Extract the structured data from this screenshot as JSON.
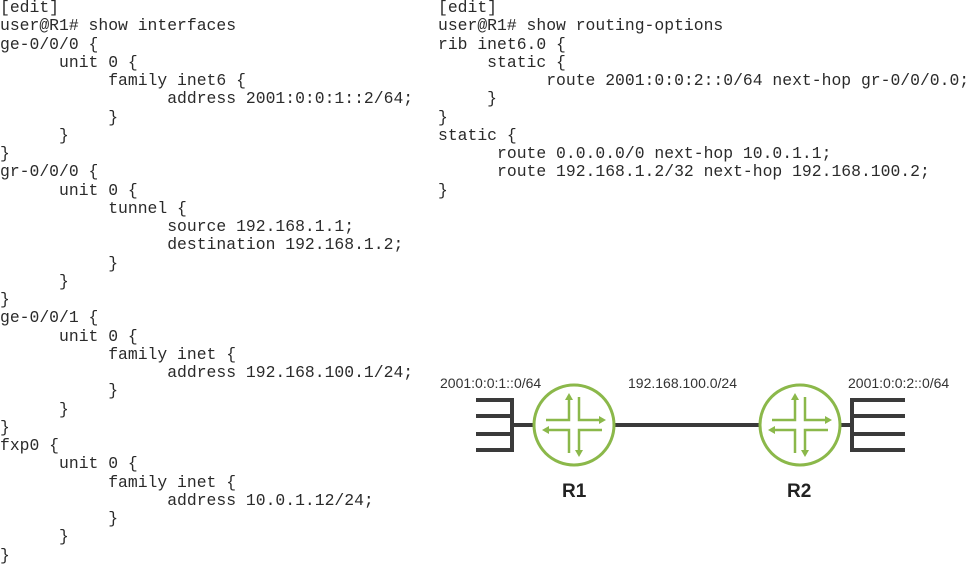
{
  "interfaces_config": [
    "[edit]",
    "user@R1# show interfaces",
    "ge-0/0/0 {",
    "      unit 0 {",
    "           family inet6 {",
    "                 address 2001:0:0:1::2/64;",
    "           }",
    "      }",
    "}",
    "gr-0/0/0 {",
    "      unit 0 {",
    "           tunnel {",
    "                 source 192.168.1.1;",
    "                 destination 192.168.1.2;",
    "           }",
    "      }",
    "}",
    "ge-0/0/1 {",
    "      unit 0 {",
    "           family inet {",
    "                 address 192.168.100.1/24;",
    "           }",
    "      }",
    "}",
    "fxp0 {",
    "      unit 0 {",
    "           family inet {",
    "                 address 10.0.1.12/24;",
    "           }",
    "      }",
    "}"
  ],
  "routing_options_config": [
    "[edit]",
    "user@R1# show routing-options",
    "rib inet6.0 {",
    "     static {",
    "           route 2001:0:0:2::0/64 next-hop gr-0/0/0.0;",
    "     }",
    "}",
    "static {",
    "      route 0.0.0.0/0 next-hop 10.0.1.1;",
    "      route 192.168.1.2/32 next-hop 192.168.100.2;",
    "}"
  ],
  "diagram": {
    "left_network": "2001:0:0:1::0/64",
    "middle_network": "192.168.100.0/24",
    "right_network": "2001:0:0:2::0/64",
    "router1": "R1",
    "router2": "R2",
    "router_color": "#8bb84a",
    "link_color": "#3a3a3a"
  }
}
